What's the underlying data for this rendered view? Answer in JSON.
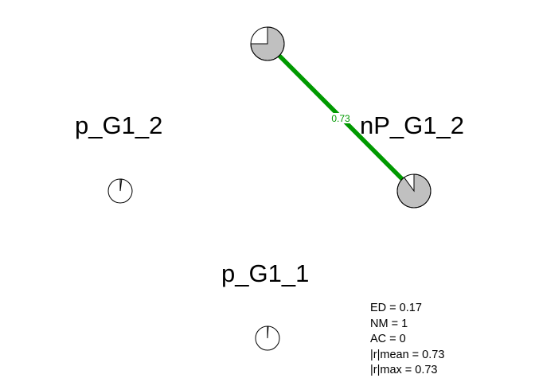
{
  "nodes": [
    {
      "id": "p_G1_2",
      "label": "p_G1_2",
      "fill_fraction": 0.02
    },
    {
      "id": "nP_G1_2",
      "label": "nP_G1_2",
      "fill_fraction": 0.9
    },
    {
      "id": "p_G1_1",
      "label": "p_G1_1",
      "fill_fraction": 0.01
    },
    {
      "id": "top_node",
      "label": "",
      "fill_fraction": 0.75
    }
  ],
  "edges": [
    {
      "from": "top_node",
      "to": "nP_G1_2",
      "weight_label": "0.73",
      "color": "#009900"
    }
  ],
  "colors": {
    "pie_fill": "#c0c0c0",
    "edge_positive": "#009900",
    "outline": "#000000"
  },
  "stats": {
    "ed": "ED = 0.17",
    "nm": "NM = 1",
    "ac": "AC = 0",
    "rmean": "|r|mean = 0.73",
    "rmax": "|r|max = 0.73"
  }
}
